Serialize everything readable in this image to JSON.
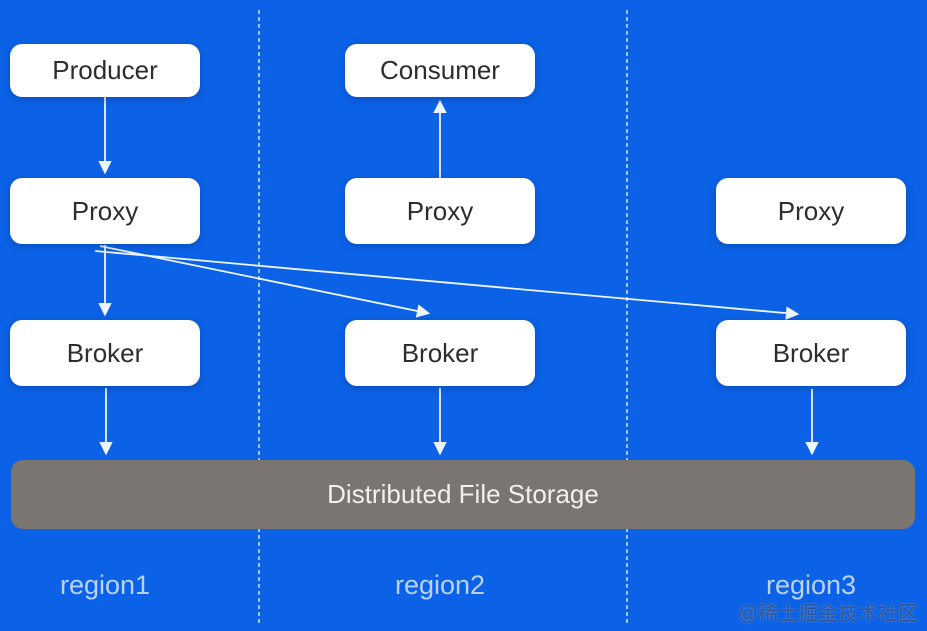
{
  "diagram": {
    "type": "architecture-diagram",
    "nodes": {
      "producer": {
        "label": "Producer",
        "region": "region1"
      },
      "consumer": {
        "label": "Consumer",
        "region": "region2"
      },
      "proxy1": {
        "label": "Proxy",
        "region": "region1"
      },
      "proxy2": {
        "label": "Proxy",
        "region": "region2"
      },
      "proxy3": {
        "label": "Proxy",
        "region": "region3"
      },
      "broker1": {
        "label": "Broker",
        "region": "region1"
      },
      "broker2": {
        "label": "Broker",
        "region": "region2"
      },
      "broker3": {
        "label": "Broker",
        "region": "region3"
      },
      "storage": {
        "label": "Distributed File Storage",
        "region": "all"
      }
    },
    "regions": {
      "region1": {
        "label": "region1"
      },
      "region2": {
        "label": "region2"
      },
      "region3": {
        "label": "region3"
      }
    },
    "edges": [
      {
        "from": "producer",
        "to": "proxy1",
        "style": "arrow-down"
      },
      {
        "from": "proxy2",
        "to": "consumer",
        "style": "arrow-up"
      },
      {
        "from": "proxy1",
        "to": "broker1",
        "style": "arrow-down"
      },
      {
        "from": "proxy1",
        "to": "broker2",
        "style": "arrow-diagonal"
      },
      {
        "from": "proxy1",
        "to": "broker3",
        "style": "arrow-diagonal"
      },
      {
        "from": "broker1",
        "to": "storage",
        "style": "arrow-down"
      },
      {
        "from": "broker2",
        "to": "storage",
        "style": "arrow-down"
      },
      {
        "from": "broker3",
        "to": "storage",
        "style": "arrow-down"
      }
    ],
    "colors": {
      "background": "#0b62e6",
      "node_fill": "#ffffff",
      "node_text": "#2d2d2d",
      "storage_fill": "#7a7571",
      "storage_text": "#f2f0ee",
      "region_label": "#b9d2f7",
      "edge_line": "#eef5ff",
      "divider_line": "rgba(255,255,255,0.62)"
    },
    "watermark": {
      "text": "@稀土掘金技术社区"
    }
  }
}
